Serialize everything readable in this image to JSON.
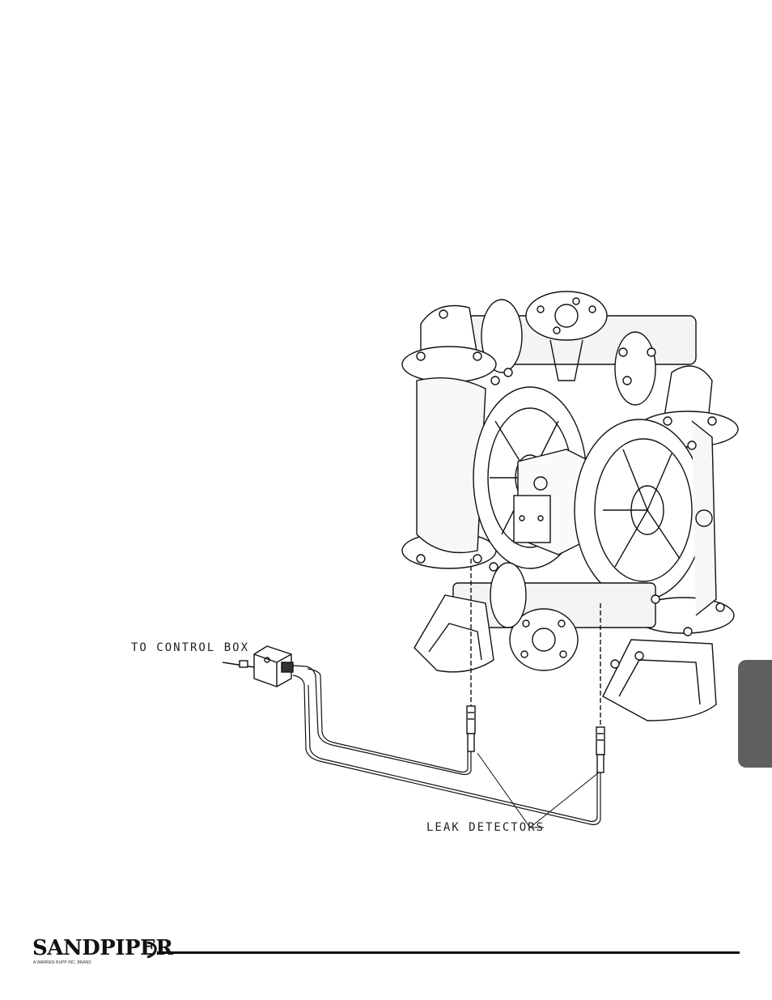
{
  "diagram": {
    "label_control_box": "TO CONTROL BOX",
    "label_leak_detectors": "LEAK DETECTORS"
  },
  "footer": {
    "brand": "SANDPIPER",
    "tagline": "A WARREN RUPP INC. BRAND"
  },
  "colors": {
    "tab": "#5f5f5f",
    "line": "#111111"
  }
}
